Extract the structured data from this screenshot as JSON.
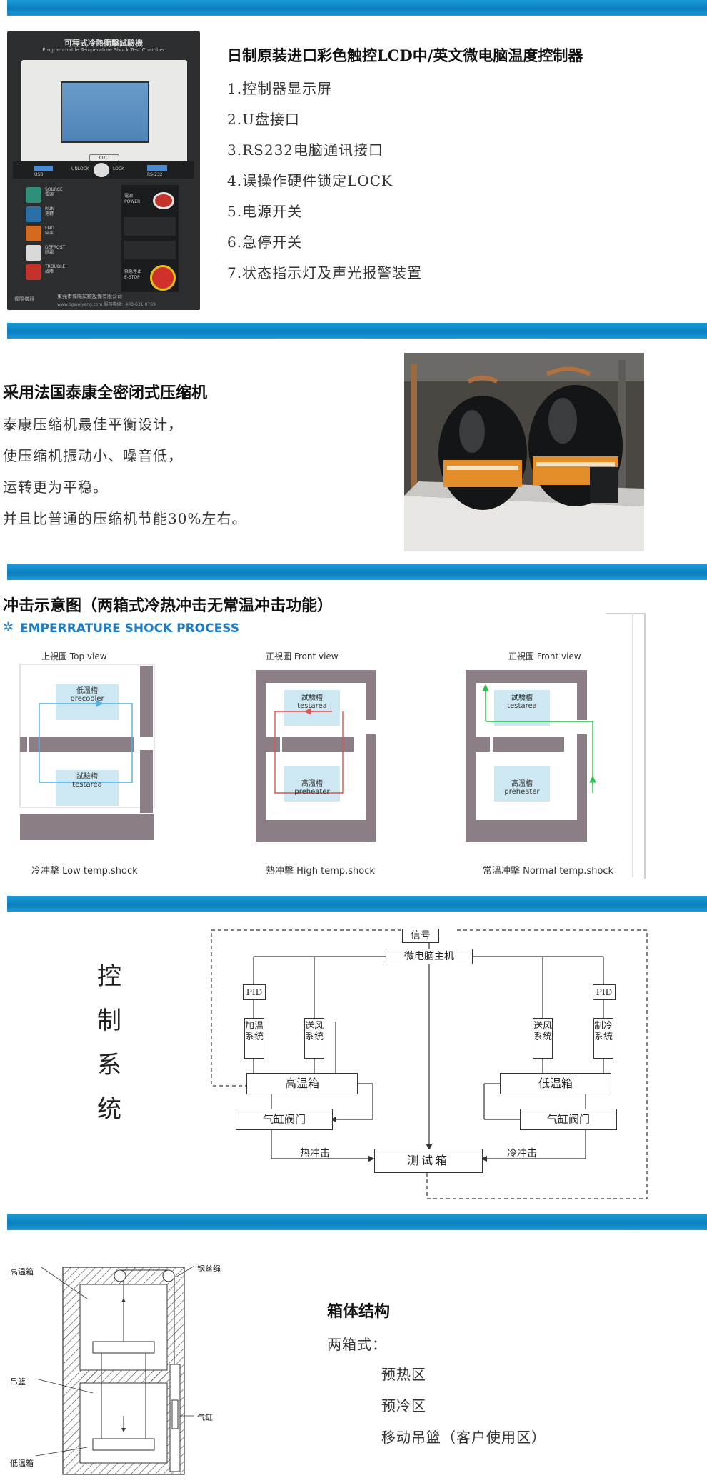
{
  "colors": {
    "band_blue": "#0d7fc0",
    "panel_dark": "#2e3032",
    "lcd_blue": "#5b8fc1",
    "walls_gray": "#8c7e86",
    "cold_blue": "#4fb1e6",
    "hot_red": "#e2534e",
    "normal_green": "#2fbf4c"
  },
  "controller": {
    "panel_title": "可程式冷熱衝擊試驗機",
    "panel_subtitle": "Programmable Temperature Shock Test Chamber",
    "lcd_brand": "OYO",
    "usb_label": "USB",
    "unlock_label": "UNLOCK",
    "lock_label": "LOCK",
    "rs232_label": "RS-232",
    "buttons": [
      {
        "en": "SOURCE",
        "zh": "電源",
        "color": "#2f8f7a"
      },
      {
        "en": "RUN",
        "zh": "運轉",
        "color": "#2a6fa8"
      },
      {
        "en": "END",
        "zh": "結束",
        "color": "#d46a1f"
      },
      {
        "en": "DEFROST",
        "zh": "除霜",
        "color": "#d9d9d9"
      },
      {
        "en": "TROUBLE",
        "zh": "故障",
        "color": "#c3332b"
      }
    ],
    "power_zh": "電源",
    "power_en": "POWER",
    "estop_zh": "緊急停止",
    "estop_en": "E-STOP",
    "company_line1": "東莞市偉陽試驗設備有限公司",
    "company_line2": "www.dgweiyang.com   服務專線：400-631-0769",
    "logo_text": "偉陽儀器",
    "heading": "日制原装进口彩色触控LCD中/英文微电脑温度控制器",
    "items": [
      "1.控制器显示屏",
      "2.U盘接口",
      "3.RS232电脑通讯接口",
      "4.误操作硬件锁定LOCK",
      "5.电源开关",
      "6.急停开关",
      "7.状态指示灯及声光报警装置"
    ]
  },
  "compressor": {
    "heading": "采用法国泰康全密闭式压缩机",
    "lines": [
      "泰康压缩机最佳平衡设计，",
      "使压缩机振动小、噪音低，",
      "运转更为平稳。",
      "并且比普通的压缩机节能30%左右。"
    ]
  },
  "shock": {
    "heading": "冲击示意图（两箱式冷热冲击无常温冲击功能）",
    "subheading": "EMPERRATURE SHOCK PROCESS",
    "views": [
      {
        "view": "上視圖 Top view",
        "box_top_zh": "低溫槽",
        "box_top_en": "precooler",
        "box_bottom_zh": "試驗槽",
        "box_bottom_en": "testarea",
        "caption": "冷冲擊 Low temp.shock"
      },
      {
        "view": "正視圖 Front view",
        "box_top_zh": "試驗槽",
        "box_top_en": "testarea",
        "box_bottom_zh": "高溫槽",
        "box_bottom_en": "preheater",
        "caption": "熱冲擊 High temp.shock"
      },
      {
        "view": "正視圖 Front view",
        "box_top_zh": "試驗槽",
        "box_top_en": "testarea",
        "box_bottom_zh": "高溫槽",
        "box_bottom_en": "preheater",
        "caption": "常溫冲擊 Normal temp.shock"
      }
    ]
  },
  "control_system": {
    "side_label": [
      "控",
      "制",
      "系",
      "统"
    ],
    "signal": "信号",
    "main": "微电脑主机",
    "pid_left": "PID",
    "pid_right": "PID",
    "heat_sys": "加温系统",
    "fan_left": "送风系统",
    "fan_right": "送风系统",
    "cool_sys": "制冷系统",
    "high_box": "高温箱",
    "low_box": "低温箱",
    "valve_left": "气缸阀门",
    "valve_right": "气缸阀门",
    "hot_shock": "热冲击",
    "cold_shock": "冷冲击",
    "test_box": "测试箱"
  },
  "structure": {
    "labels": {
      "high": "高温箱",
      "basket": "吊篮",
      "low": "低温箱",
      "rope": "钢丝绳",
      "cylinder": "气缸"
    },
    "heading": "箱体结构",
    "type": "两箱式：",
    "zones": [
      "预热区",
      "预冷区",
      "移动吊篮（客户使用区）"
    ]
  }
}
